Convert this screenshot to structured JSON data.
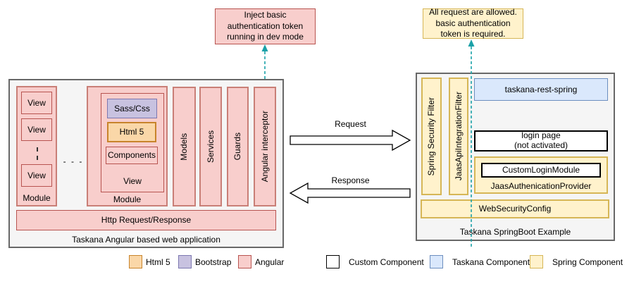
{
  "notes": {
    "dev_note": "Inject basic authentication token running in dev mode",
    "allowed_note": "All request are allowed. basic authentication token is required."
  },
  "left_app": {
    "title": "Taskana Angular based web application",
    "module1": {
      "label": "Module",
      "views": [
        "View",
        "View",
        "View"
      ]
    },
    "between_modules_ellipsis": "- - -",
    "module2": {
      "label": "Module",
      "view": {
        "label": "View",
        "sass_css": "Sass/Css",
        "html5": "Html 5",
        "components": "Components"
      }
    },
    "pillars": [
      "Models",
      "Services",
      "Guards",
      "Angular interceptor"
    ],
    "http_bar": "Http Request/Response"
  },
  "arrows": {
    "request": "Request",
    "response": "Response"
  },
  "right_app": {
    "title": "Taskana SpringBoot Example",
    "filters": [
      "Spring Security Filter",
      "JaasApiIntegrationFilter"
    ],
    "taskana_rest": "taskana-rest-spring",
    "login_page_line1": "login page",
    "login_page_line2": "(not activated)",
    "custom_login_module": "CustomLoginModule",
    "jaas_provider": "JaasAuthenicationProvider",
    "web_security_config": "WebSecurityConfig"
  },
  "legend": {
    "items": [
      {
        "label": "Html 5",
        "fill": "#fad7a8",
        "stroke": "#c8842c"
      },
      {
        "label": "Bootstrap",
        "fill": "#c8c2e0",
        "stroke": "#7d78b0"
      },
      {
        "label": "Angular",
        "fill": "#f8cecc",
        "stroke": "#b85450"
      },
      {
        "label": "Custom Component",
        "fill": "#ffffff",
        "stroke": "#000000"
      },
      {
        "label": "Taskana Component",
        "fill": "#dae8fc",
        "stroke": "#6c8ebf"
      },
      {
        "label": "Spring Component",
        "fill": "#fff2cc",
        "stroke": "#d6b656"
      }
    ]
  },
  "colors": {
    "angular_fill": "#f8cecc",
    "angular_stroke": "#b85450",
    "spring_fill": "#fff2cc",
    "spring_stroke": "#d6b656",
    "taskana_fill": "#dae8fc",
    "taskana_stroke": "#6c8ebf",
    "bootstrap_fill": "#c8c2e0",
    "bootstrap_stroke": "#7d78b0",
    "html5_fill": "#fad7a8",
    "html5_stroke": "#c8842c",
    "container_fill": "#f5f5f5",
    "container_stroke": "#686868",
    "dashed_connector": "#1ba1a8"
  }
}
